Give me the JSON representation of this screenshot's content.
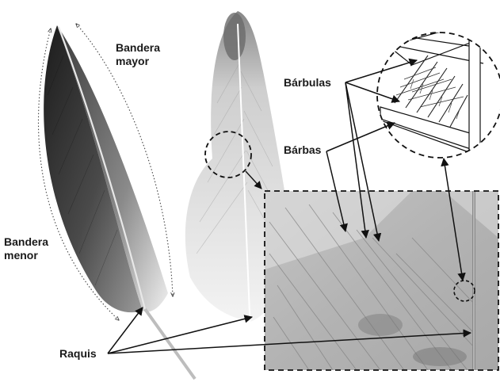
{
  "labels": {
    "bandera_mayor": [
      "Bandera",
      "mayor"
    ],
    "bandera_menor": [
      "Bandera",
      "menor"
    ],
    "barbulas": "Bárbulas",
    "barbas": "Bárbas",
    "raquis": "Raquis"
  },
  "colors": {
    "feather_dark": "#2a2a2a",
    "feather_light": "#d9d9d9",
    "zoom_panel": "#b5b5b5",
    "arrow": "#111111"
  },
  "icons": {
    "zoom_circle": "dashed-circle",
    "zoom_box": "dashed-rectangle"
  }
}
